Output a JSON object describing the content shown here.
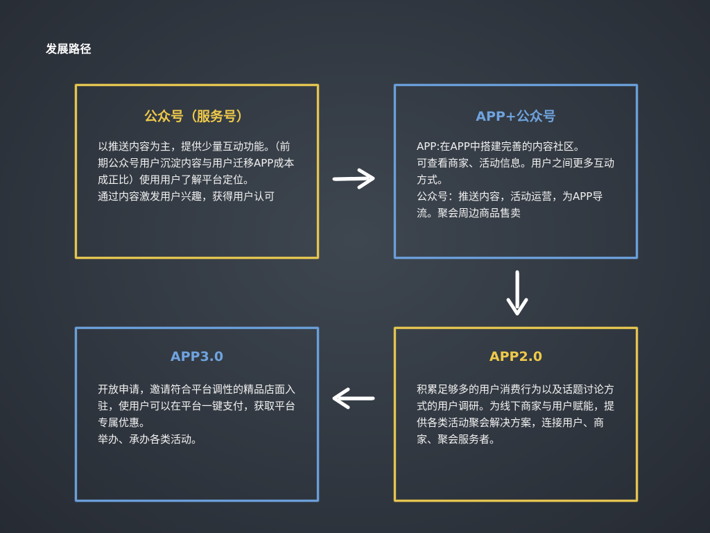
{
  "page": {
    "title": "发展路径"
  },
  "steps": [
    {
      "title": "公众号（服务号）",
      "paragraphs": [
        "以推送内容为主，提供少量互动功能。（前期公众号用户沉淀内容与用户迁移APP成本成正比）使用用户了解平台定位。",
        "通过内容激发用户兴趣，获得用户认可"
      ]
    },
    {
      "title": "APP+公众号",
      "paragraphs": [
        "APP:在APP中搭建完善的内容社区。",
        "可查看商家、活动信息。用户之间更多互动方式。",
        "公众号：推送内容，活动运营，为APP导流。聚会周边商品售卖"
      ]
    },
    {
      "title": "APP2.0",
      "paragraphs": [
        "积累足够多的用户消费行为以及话题讨论方式的用户调研。为线下商家与用户赋能，提供各类活动聚会解决方案，连接用户、商家、聚会服务者。"
      ]
    },
    {
      "title": "APP3.0",
      "paragraphs": [
        "开放申请，邀请符合平台调性的精品店面入驻，使用户可以在平台一键支付，获取平台专属优惠。",
        "举办、承办各类活动。"
      ]
    }
  ],
  "colors": {
    "yellow": "#e3c450",
    "blue": "#6a9ed8",
    "background": "#333a43",
    "arrow": "#ffffff"
  },
  "icons": {
    "arrow_1": "arrow-right-icon",
    "arrow_2": "arrow-down-icon",
    "arrow_3": "arrow-left-icon"
  }
}
